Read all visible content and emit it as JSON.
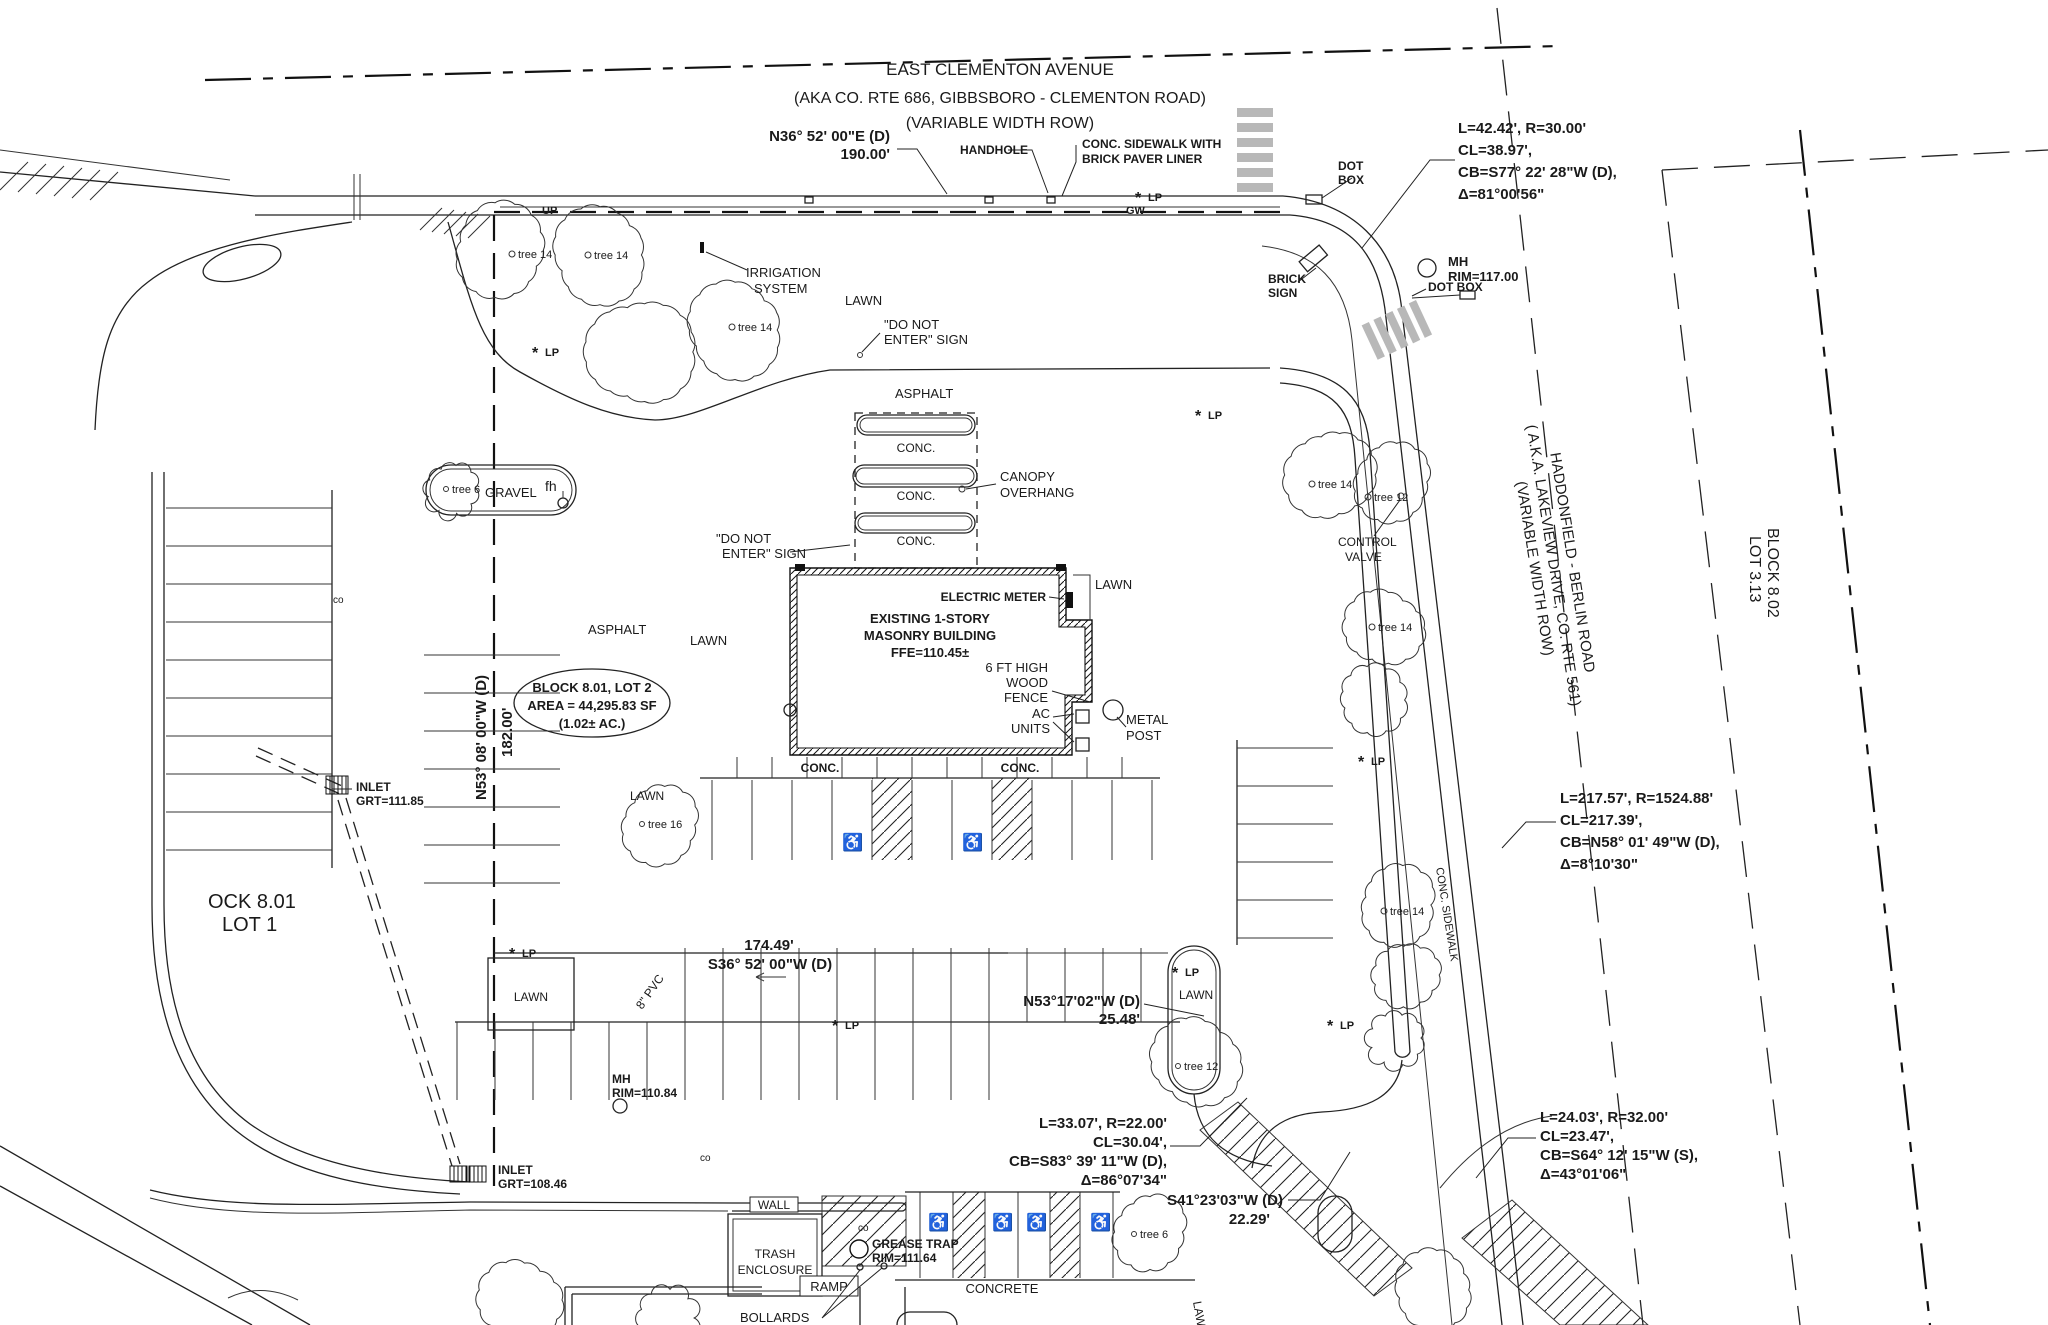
{
  "streets": {
    "ec_l1": "EAST CLEMENTON AVENUE",
    "ec_l2": "(AKA CO. RTE 686, GIBBSBORO - CLEMENTON ROAD)",
    "ec_l3": "(VARIABLE WIDTH ROW)",
    "hb_l1": "HADDONFIELD - BERLIN ROAD",
    "hb_l2": "( A.K.A. LAKEVIEW DRIVE, CO. RTE 561)",
    "hb_l3": "(VARIABLE WIDTH ROW)"
  },
  "bearings": {
    "north_l1": "N36° 52' 00\"E (D)",
    "north_l2": "190.00'",
    "west_l1": "N53° 08' 00\"W (D)",
    "west_l2": "182.00'",
    "south_l1": "174.49'",
    "south_l2": "S36° 52' 00\"W (D)",
    "se1_l1": "N53°17'02\"W (D)",
    "se1_l2": "25.48'",
    "se2_l1": "S41°23'03\"W (D)",
    "se2_l2": "22.29'"
  },
  "curves": {
    "ne_l1": "L=42.42', R=30.00'",
    "ne_l2": "CL=38.97',",
    "ne_l3": "CB=S77° 22' 28\"W (D),",
    "ne_l4": "Δ=81°00'56\"",
    "e_l1": "L=217.57', R=1524.88'",
    "e_l2": "CL=217.39',",
    "e_l3": "CB=N58° 01' 49\"W (D),",
    "e_l4": "Δ=8°10'30\"",
    "s_l1": "L=33.07', R=22.00'",
    "s_l2": "CL=30.04',",
    "s_l3": "CB=S83° 39' 11\"W (D),",
    "s_l4": "Δ=86°07'34\"",
    "se_l1": "L=24.03', R=32.00'",
    "se_l2": "CL=23.47',",
    "se_l3": "CB=S64° 12' 15\"W (S),",
    "se_l4": "Δ=43°01'06\""
  },
  "parcels": {
    "lot2_l1": "BLOCK 8.01, LOT 2",
    "lot2_l2": "AREA = 44,295.83 SF",
    "lot2_l3": "(1.02± AC.)",
    "lot1_l1": "OCK 8.01",
    "lot1_l2": "LOT 1",
    "lot313_l1": "BLOCK 8.02",
    "lot313_l2": "LOT 3.13"
  },
  "building": {
    "l1": "EXISTING 1-STORY",
    "l2": "MASONRY BUILDING",
    "l3": "FFE=110.45±"
  },
  "utilities": {
    "mh1_l1": "MH",
    "mh1_l2": "RIM=117.00",
    "mh2_l1": "MH",
    "mh2_l2": "RIM=110.84",
    "inlet1_l1": "INLET",
    "inlet1_l2": "GRT=111.85",
    "inlet2_l1": "INLET",
    "inlet2_l2": "GRT=108.46",
    "grease_l1": "GREASE TRAP",
    "grease_l2": "RIM=111.64",
    "handhole": "HANDHOLE",
    "dotbox1_l1": "DOT",
    "dotbox1_l2": "BOX",
    "dotbox2": "DOT BOX",
    "electric": "ELECTRIC METER",
    "irrigation_l1": "IRRIGATION",
    "irrigation_l2": "SYSTEM",
    "control_l1": "CONTROL",
    "control_l2": "VALVE",
    "pvc": "8\" PVC"
  },
  "features": {
    "sidewalk_l1": "CONC. SIDEWALK WITH",
    "sidewalk_l2": "BRICK PAVER LINER",
    "conc_sidewalk": "CONC. SIDEWALK",
    "canopy_l1": "CANOPY",
    "canopy_l2": "OVERHANG",
    "brick_l1": "BRICK",
    "brick_l2": "SIGN",
    "fence_l1": "6 FT HIGH",
    "fence_l2": "WOOD",
    "fence_l3": "FENCE",
    "ac_l1": "AC",
    "ac_l2": "UNITS",
    "post_l1": "METAL",
    "post_l2": "POST",
    "sign_l1": "\"DO NOT",
    "sign_l2": "ENTER\" SIGN",
    "wall": "WALL",
    "ramp": "RAMP",
    "bollards": "BOLLARDS",
    "trash_l1": "TRASH",
    "trash_l2": "ENCLOSURE",
    "concrete": "CONCRETE",
    "gravel": "GRAVEL",
    "fh": "fh",
    "asphalt": "ASPHALT",
    "lawn": "LAWN",
    "conc": "CONC.",
    "lp": "LP",
    "up": "UP",
    "gw": "GW",
    "co": "co",
    "star": "*"
  },
  "trees": {
    "t14": "tree 14",
    "t12": "tree 12",
    "t16": "tree 16",
    "t6": "tree 6"
  }
}
